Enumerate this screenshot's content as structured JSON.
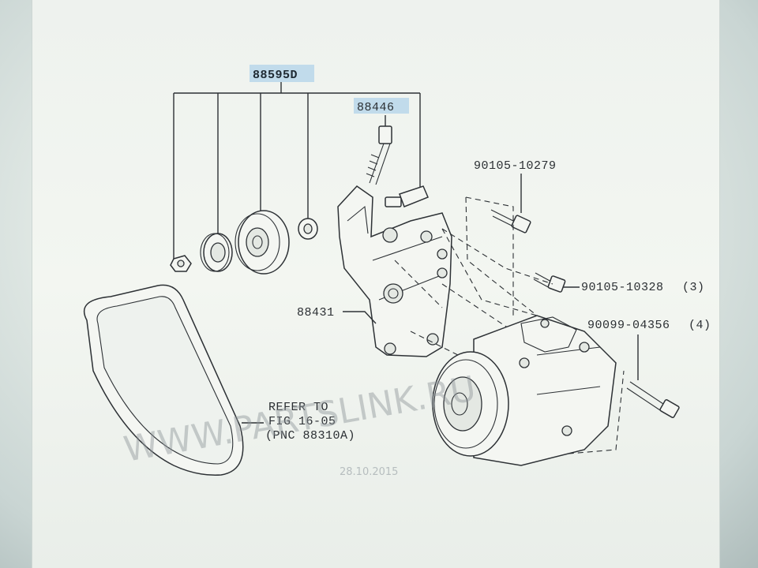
{
  "diagram": {
    "parts": {
      "kit": "88595D",
      "bolt_top": "88446",
      "bracket": "88431",
      "bolt_a": "90105-10279",
      "bolt_b": "90105-10328",
      "bolt_b_qty": "(3)",
      "bolt_c": "90099-04356",
      "bolt_c_qty": "(4)"
    },
    "refer": {
      "line1": "REFER TO",
      "line2": "FIG 16-05",
      "line3": "(PNC 88310A)"
    }
  },
  "overlay": {
    "watermark": "WWW.PARTSLINK.RU",
    "date": "28.10.2015"
  },
  "colors": {
    "highlight": "#b9d6ea",
    "ink": "#2d3135"
  }
}
